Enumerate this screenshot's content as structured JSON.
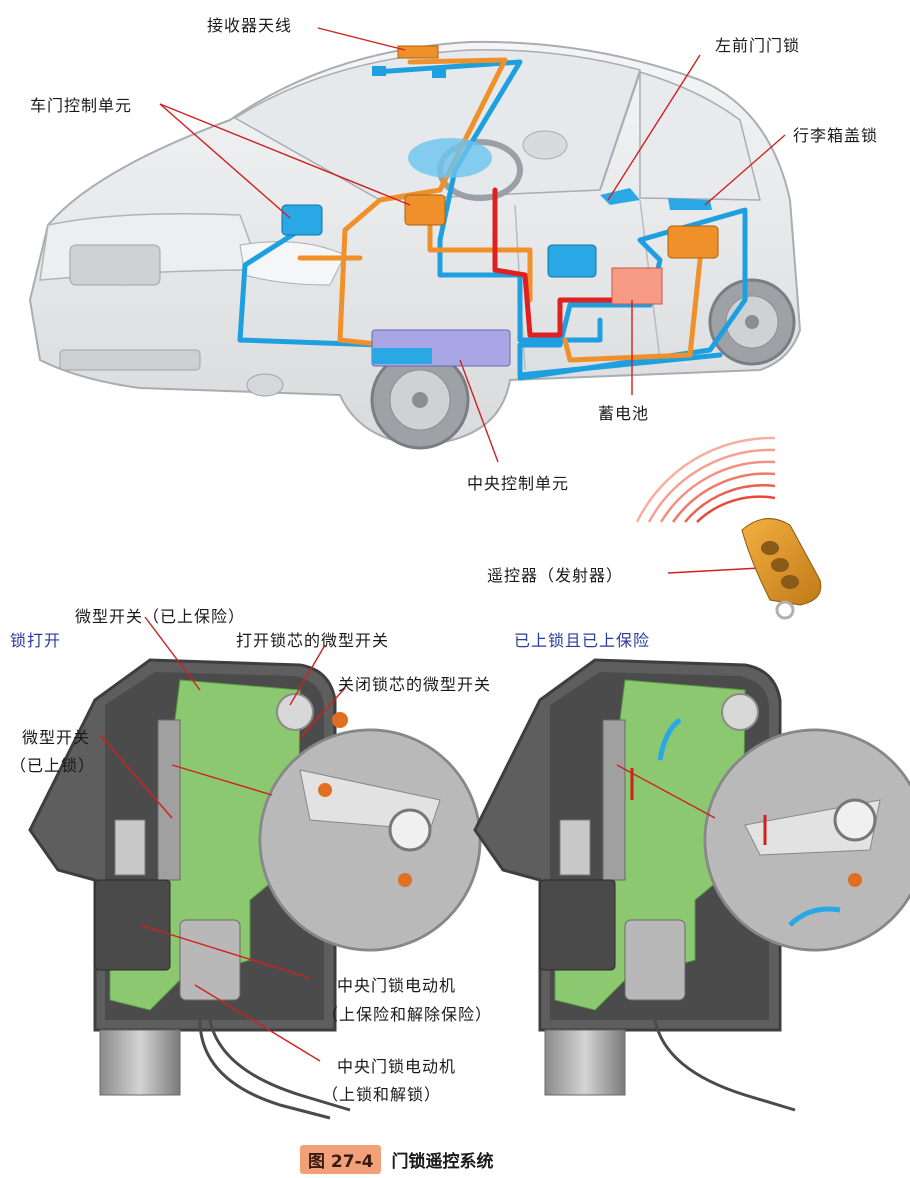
{
  "labels": {
    "receiver_antenna": "接收器天线",
    "door_control_unit": "车门控制单元",
    "front_left_door_lock": "左前门门锁",
    "trunk_lid_lock": "行李箱盖锁",
    "battery": "蓄电池",
    "central_control_unit": "中央控制单元",
    "remote": "遥控器（发射器）",
    "micro_switch_safe": "微型开关（已上保险）",
    "lock_open": "锁打开",
    "micro_switch_open_cylinder": "打开锁芯的微型开关",
    "micro_switch_close_cylinder": "关闭锁芯的微型开关",
    "micro_switch_locked_1": "微型开关",
    "micro_switch_locked_2": "（已上锁）",
    "locked_and_safe": "已上锁且已上保险",
    "motor_safe_1": "中央门锁电动机",
    "motor_safe_2": "（上保险和解除保险）",
    "motor_lock_1": "中央门锁电动机",
    "motor_lock_2": "（上锁和解锁）"
  },
  "caption": {
    "number": "图 27-4",
    "title": "门锁遥控系统"
  },
  "colors": {
    "wire_blue": "#1ea0e0",
    "wire_orange": "#f0902a",
    "wire_red": "#e02020",
    "pcb_green": "#8cc870",
    "housing_gray": "#6a6a6a",
    "highlight_orange": "#f07020",
    "caption_bg": "#f2a07a"
  }
}
